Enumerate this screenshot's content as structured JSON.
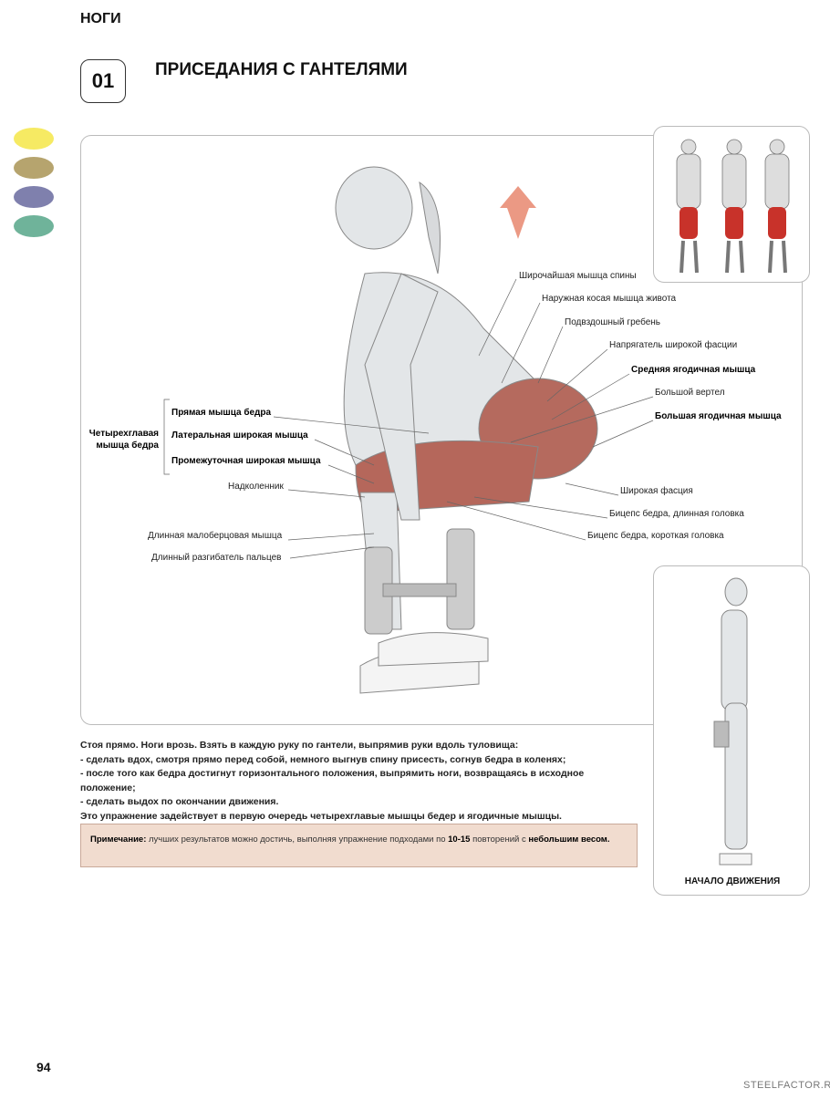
{
  "header": {
    "section": "НОГИ",
    "number": "01",
    "title": "ПРИСЕДАНИЯ С ГАНТЕЛЯМИ"
  },
  "colors": {
    "yellow": "#f6ea63",
    "olive": "#b6a46e",
    "blue": "#7f80ad",
    "green": "#6fb39a",
    "note_bg": "#f1dccf"
  },
  "labels_left": {
    "group": "Четырехглавая мышца бедра",
    "rectus": "Прямая мышца бедра",
    "lateral": "Латеральная широкая мышца",
    "intermediate": "Промежуточная широкая мышца",
    "patella": "Надколенник",
    "peroneus": "Длинная малоберцовая мышца",
    "extensor": "Длинный разгибатель пальцев"
  },
  "labels_right": [
    "Широчайшая мышца спины",
    "Наружная косая мышца живота",
    "Подвздошный гребень",
    "Напрягатель широкой фасции",
    "Средняя ягодичная мышца",
    "Большой вертел",
    "Большая ягодичная мышца",
    "Широкая фасция",
    "Бицепс бедра, длинная головка",
    "Бицепс бедра, короткая головка"
  ],
  "start_caption": "НАЧАЛО ДВИЖЕНИЯ",
  "instructions": [
    "Стоя прямо. Ноги врозь. Взять в каждую руку по гантели, выпрямив руки вдоль туловища:",
    "- сделать вдох, смотря прямо перед собой, немного выгнув спину присесть, согнув бедра в коленях;",
    "- после того как бедра достигнут горизонтального положения, выпрямить ноги, возвращаясь в исходное положение;",
    "- сделать выдох по окончании движения.",
    "Это упражнение задействует в первую очередь четырехглавые мышцы бедер и ягодичные мышцы."
  ],
  "note": {
    "label": "Примечание:",
    "text1": " лучших результатов можно достичь, выполняя упражнение подходами по ",
    "reps": "10-15",
    "text2": " повторений с ",
    "bold_end": "небольшим весом."
  },
  "footer": {
    "page": "94",
    "site": "STEELFACTOR.RU"
  }
}
